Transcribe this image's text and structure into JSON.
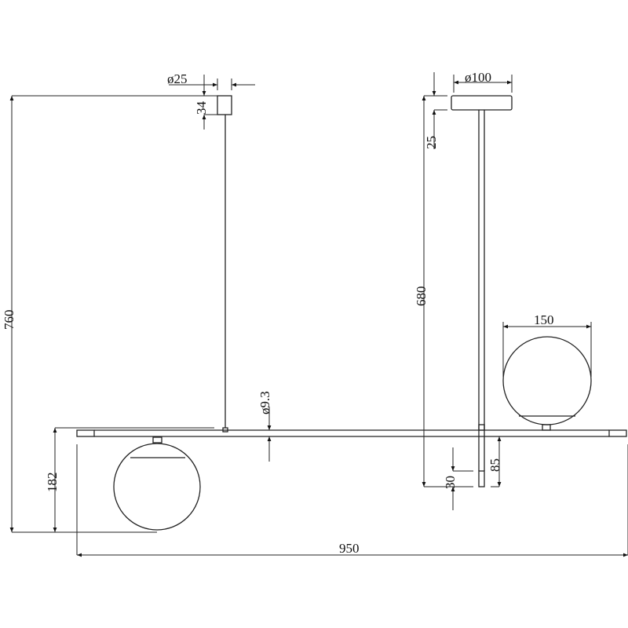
{
  "title": "Pendant lamp dimension drawing",
  "dimensions": {
    "left_canopy_diameter": "ø25",
    "left_canopy_height": "34",
    "total_height": "760",
    "bar_to_globe_bottom": "182",
    "bar_diameter": "ø9.3",
    "total_width": "950",
    "right_canopy_diameter": "ø100",
    "right_canopy_height": "25",
    "rod_length": "680",
    "globe_diameter": "150",
    "rod_end_length": "30",
    "rod_below_bar": "85"
  },
  "colors": {
    "line": "#222222",
    "background": "#ffffff"
  }
}
